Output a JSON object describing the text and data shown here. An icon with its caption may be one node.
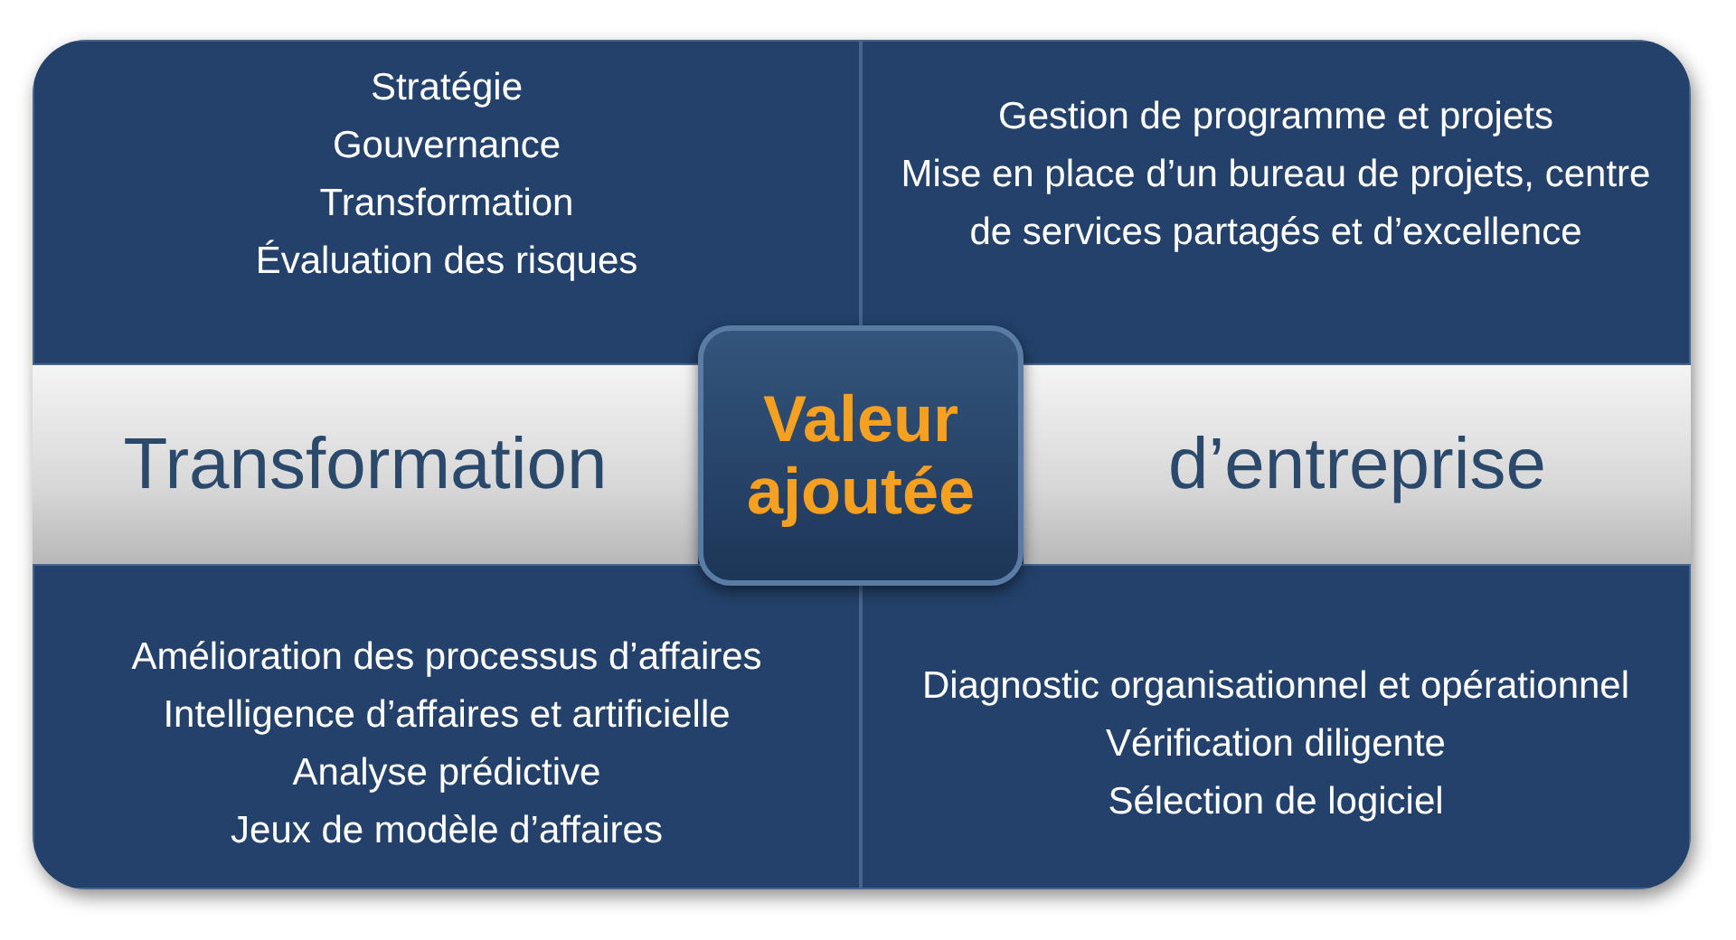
{
  "diagram": {
    "nodes": [
      {
        "text": [],
        "shape": "box"
      },
      {
        "text": [
          "Stratégie",
          "Gouvernance",
          "Transformation",
          "Évaluation des risques"
        ],
        "in": 0
      },
      {
        "text": [
          "Gestion de programme et projets",
          "Mise en place d’un bureau de projets, centre de services partagés et d’excellence"
        ],
        "in": 0
      },
      {
        "text": [
          "Transformation"
        ],
        "in": 0
      },
      {
        "text": [
          "d’entreprise"
        ],
        "in": 0
      },
      {
        "text": [
          "Amélioration des processus d’affaires",
          "Intelligence d’affaires et artificielle",
          "Analyse prédictive",
          "Jeux de modèle d’affaires"
        ],
        "in": 0
      },
      {
        "text": [
          "Diagnostic organisationnel et opérationnel",
          "Vérification diligente",
          "Sélection de logiciel"
        ],
        "in": 0
      },
      {
        "text": [
          "Valeur ajoutée"
        ],
        "in": 0
      }
    ]
  }
}
